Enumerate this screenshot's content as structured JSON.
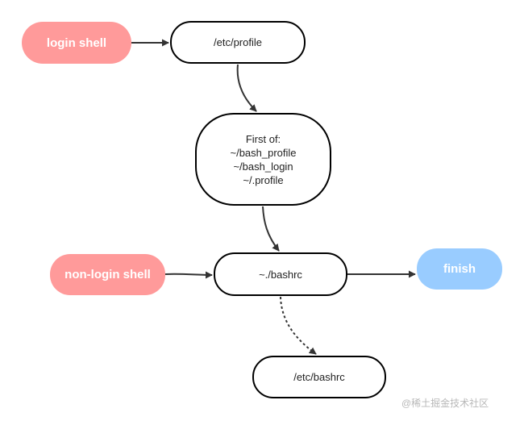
{
  "nodes": {
    "login_shell": "login shell",
    "etc_profile": "/etc/profile",
    "first_of": {
      "lines": [
        "First of:",
        "~/bash_profile",
        "~/bash_login",
        "~/.profile"
      ]
    },
    "non_login_shell": "non-login shell",
    "bashrc": "~./bashrc",
    "finish": "finish",
    "etc_bashrc": "/etc/bashrc"
  },
  "edges": [
    {
      "from": "login_shell",
      "to": "etc_profile",
      "style": "solid"
    },
    {
      "from": "etc_profile",
      "to": "first_of",
      "style": "solid"
    },
    {
      "from": "first_of",
      "to": "bashrc",
      "style": "solid"
    },
    {
      "from": "non_login_shell",
      "to": "bashrc",
      "style": "solid"
    },
    {
      "from": "bashrc",
      "to": "finish",
      "style": "solid"
    },
    {
      "from": "bashrc",
      "to": "etc_bashrc",
      "style": "dotted"
    }
  ],
  "watermark": "@稀土掘金技术社区",
  "colors": {
    "shell_pill": "#ff9a9a",
    "finish_pill": "#99ccff",
    "node_border": "#000000",
    "arrow": "#333333"
  }
}
